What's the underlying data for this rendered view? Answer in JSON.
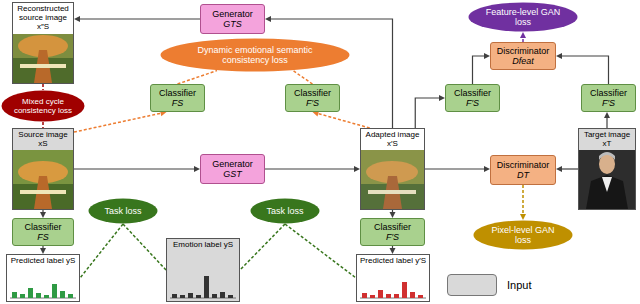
{
  "diagram": {
    "nodes": [
      {
        "text": [
          "Reconstructed source image x″S"
        ]
      },
      {
        "text": [
          "Generator",
          "GTS"
        ]
      },
      {
        "text": [
          "Dynamic emotional semantic consistency loss"
        ]
      },
      {
        "text": [
          "Feature-level GAN loss"
        ]
      },
      {
        "text": [
          "Discriminator",
          "Dfeat"
        ]
      },
      {
        "text": [
          "Mixed cycle consistency loss"
        ]
      },
      {
        "text": [
          "Classifier",
          "FS"
        ]
      },
      {
        "text": [
          "Classifier",
          "F′S"
        ]
      },
      {
        "text": [
          "Classifier",
          "F′S"
        ]
      },
      {
        "text": [
          "Classifier",
          "F′S"
        ]
      },
      {
        "text": [
          "Source image xS"
        ]
      },
      {
        "text": [
          "Generator",
          "GST"
        ]
      },
      {
        "text": [
          "Adapted image x′S"
        ]
      },
      {
        "text": [
          "Discriminator",
          "DT"
        ]
      },
      {
        "text": [
          "Target image xT"
        ]
      },
      {
        "text": [
          "Pixel-level GAN loss"
        ]
      },
      {
        "text": [
          "Classifier",
          "FS"
        ]
      },
      {
        "text": [
          "Task loss"
        ]
      },
      {
        "text": [
          "Task loss"
        ]
      },
      {
        "text": [
          "Classifier",
          "F′S"
        ]
      },
      {
        "text": [
          "Predicted label yS"
        ]
      },
      {
        "text": [
          "Emotion label yS"
        ]
      },
      {
        "text": [
          "Predicted label y′S"
        ]
      }
    ],
    "edges": [
      {
        "from": 10,
        "to": 11,
        "arrow": "to"
      },
      {
        "from": 11,
        "to": 12,
        "arrow": "to"
      },
      {
        "from": 12,
        "to": 1,
        "arrow": "to"
      },
      {
        "from": 1,
        "to": 0,
        "arrow": "to"
      },
      {
        "from": 0,
        "to": 5,
        "arrow": "none"
      },
      {
        "from": 5,
        "to": 10,
        "arrow": "none"
      },
      {
        "from": 10,
        "to": 6,
        "arrow": "to"
      },
      {
        "from": 6,
        "to": 2,
        "arrow": "none"
      },
      {
        "from": 7,
        "to": 2,
        "arrow": "none"
      },
      {
        "from": 12,
        "to": 7,
        "arrow": "to"
      },
      {
        "from": 12,
        "to": 8,
        "arrow": "to"
      },
      {
        "from": 8,
        "to": 4,
        "arrow": "to"
      },
      {
        "from": 14,
        "to": 9,
        "arrow": "to"
      },
      {
        "from": 9,
        "to": 4,
        "arrow": "to"
      },
      {
        "from": 4,
        "to": 3,
        "arrow": "to"
      },
      {
        "from": 12,
        "to": 13,
        "arrow": "to"
      },
      {
        "from": 14,
        "to": 13,
        "arrow": "to"
      },
      {
        "from": 13,
        "to": 15,
        "arrow": "to"
      },
      {
        "from": 10,
        "to": 16,
        "arrow": "to"
      },
      {
        "from": 16,
        "to": 20,
        "arrow": "to"
      },
      {
        "from": 12,
        "to": 19,
        "arrow": "to"
      },
      {
        "from": 19,
        "to": 22,
        "arrow": "to"
      },
      {
        "from": 17,
        "to": 20,
        "arrow": "none"
      },
      {
        "from": 17,
        "to": 21,
        "arrow": "none"
      },
      {
        "from": 18,
        "to": 21,
        "arrow": "none"
      },
      {
        "from": 18,
        "to": 22,
        "arrow": "none"
      }
    ],
    "legend": [
      {
        "text": "Input",
        "color": "#d9d9d9"
      }
    ]
  }
}
